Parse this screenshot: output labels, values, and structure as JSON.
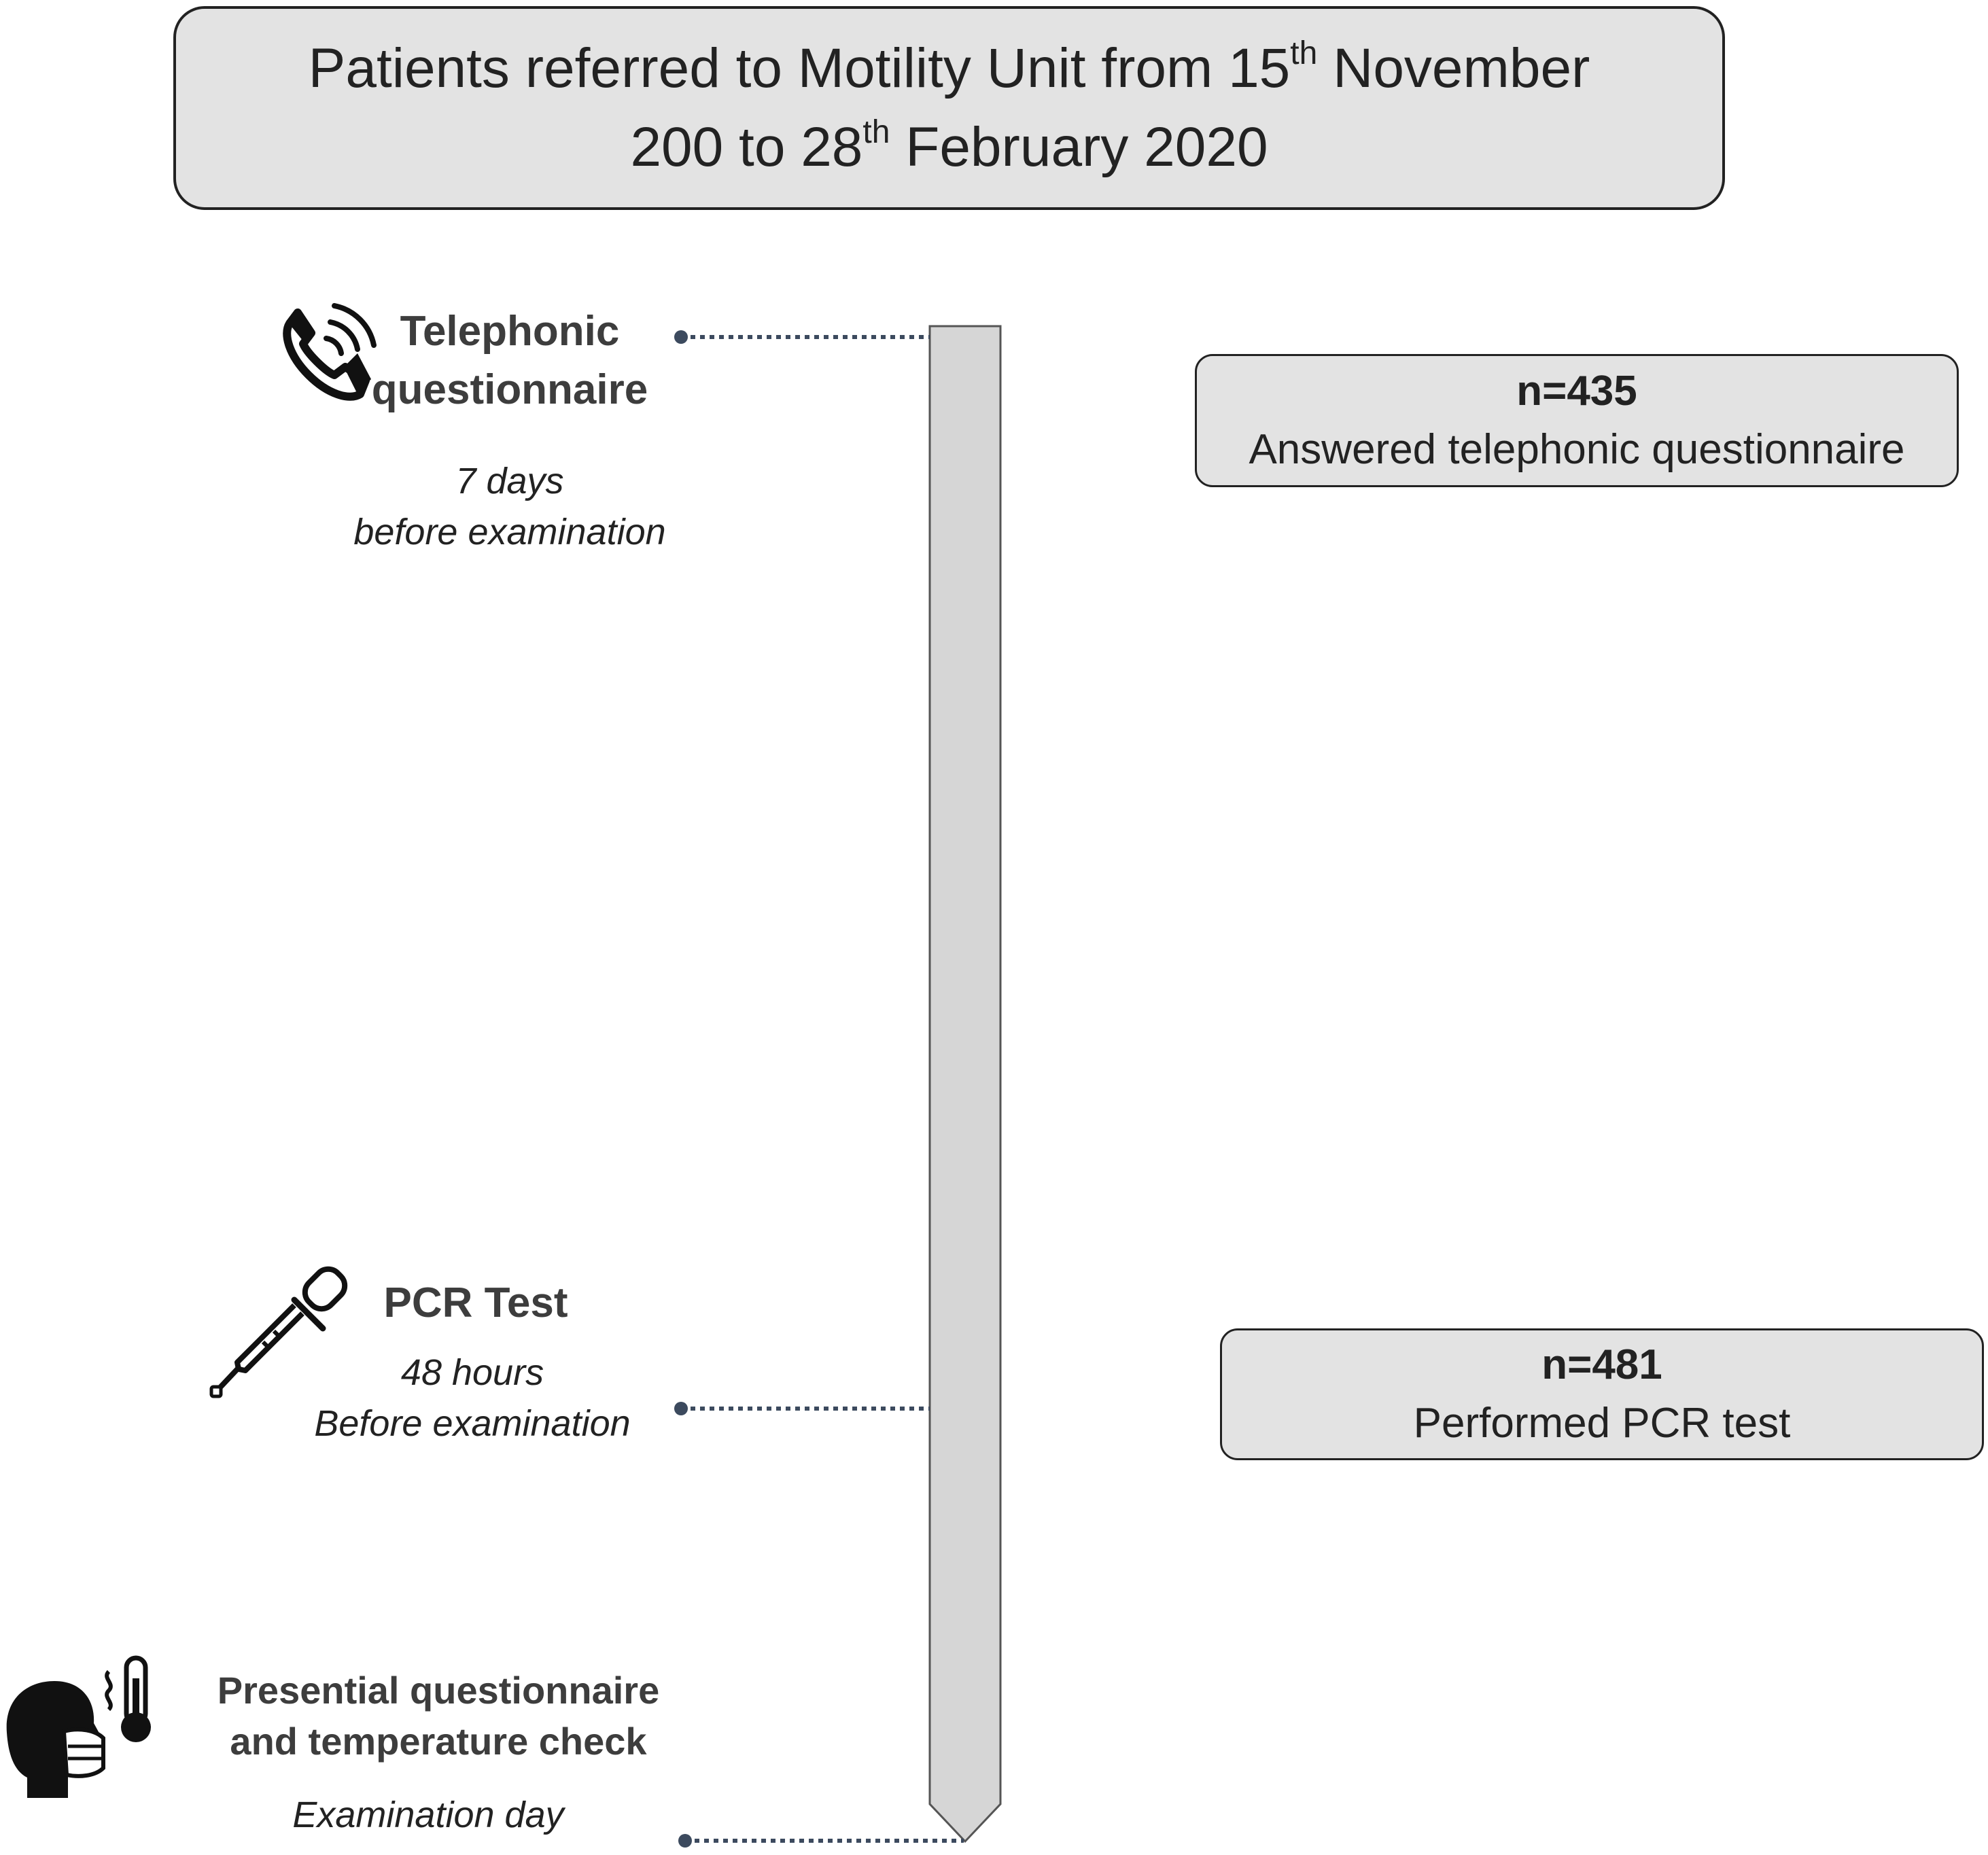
{
  "title": {
    "line1_prefix": "Patients referred to Motility Unit from 15",
    "line1_sup": "th",
    "line1_suffix": " November",
    "line2_prefix": "200 to 28",
    "line2_sup": "th",
    "line2_suffix": " February 2020"
  },
  "steps": [
    {
      "icon": "telephone-icon",
      "title_line1": "Telephonic",
      "title_line2": "questionnaire",
      "timing_line1": "7 days",
      "timing_line2": "before examination"
    },
    {
      "icon": "pipette-icon",
      "title_line1": "PCR Test",
      "timing_line1": "48 hours",
      "timing_line2": "Before examination"
    },
    {
      "icon": "masked-person-thermometer-icon",
      "title_line1": "Presential questionnaire",
      "title_line2": "and temperature check",
      "timing_line1": "Examination day"
    }
  ],
  "results": [
    {
      "count": "n=435",
      "description": "Answered telephonic questionnaire"
    },
    {
      "count": "n=481",
      "description": "Performed PCR test"
    }
  ],
  "colors": {
    "box_fill": "#e3e3e3",
    "timeline_fill": "#d6d6d6",
    "connector_dot": "#3c4a5e",
    "text": "#222222"
  }
}
